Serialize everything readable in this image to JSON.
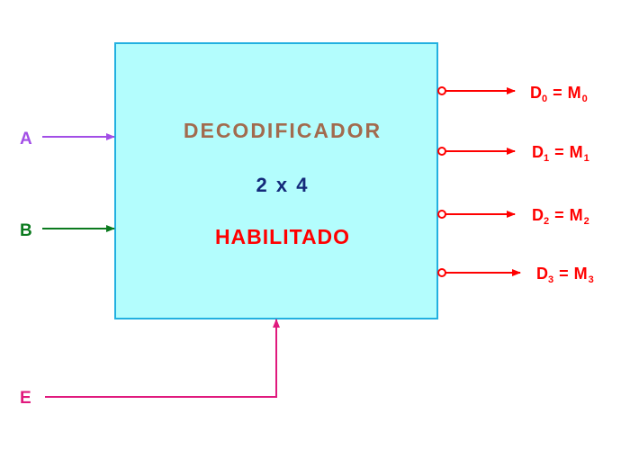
{
  "decoder": {
    "title": "DECODIFICADOR",
    "size": "2 x 4",
    "mode": "HABILITADO"
  },
  "inputs": {
    "a": "A",
    "b": "B",
    "e": "E"
  },
  "outputs": [
    {
      "d": "D",
      "index": "0",
      "eq": "=",
      "m": "M",
      "m_index": "0"
    },
    {
      "d": "D",
      "index": "1",
      "eq": "=",
      "m": "M",
      "m_index": "1"
    },
    {
      "d": "D",
      "index": "2",
      "eq": "=",
      "m": "M",
      "m_index": "2"
    },
    {
      "d": "D",
      "index": "3",
      "eq": "=",
      "m": "M",
      "m_index": "3"
    }
  ],
  "colors": {
    "box_fill": "#b3fdfd",
    "box_stroke": "#22b0e0",
    "title": "#a26b4e",
    "size": "#142a7a",
    "mode": "#ff0000",
    "input_a": "#a24ee6",
    "input_b": "#0b7a1e",
    "input_e": "#e0197d",
    "outputs": "#ff0000"
  }
}
